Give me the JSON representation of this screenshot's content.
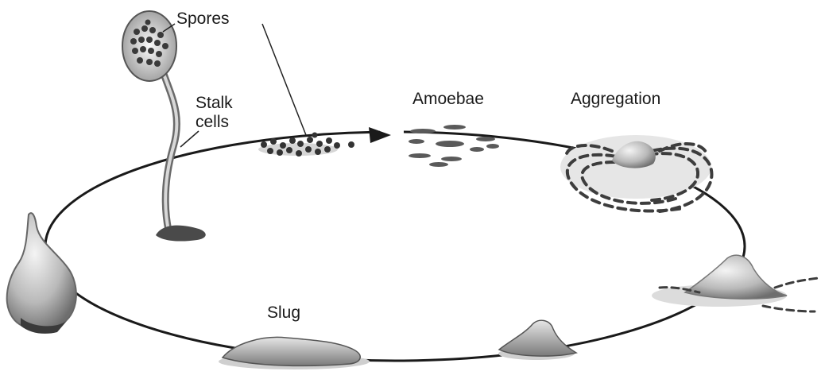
{
  "labels": {
    "spores": "Spores",
    "stalk": "Stalk",
    "cells": "cells",
    "amoebae": "Amoebae",
    "aggregation": "Aggregation",
    "slug": "Slug"
  },
  "colors": {
    "ink": "#1a1a1a",
    "cell_fill": "#8a8a8a",
    "shadow": "#cfcfcf",
    "body_shade": "#d9d9d9"
  }
}
